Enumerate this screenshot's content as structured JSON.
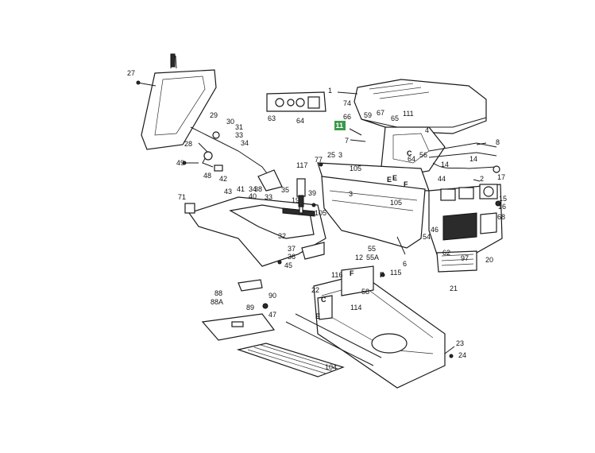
{
  "highlight": {
    "label": "11",
    "color": "#3a9a4a"
  },
  "callouts": {
    "c1": "1",
    "c2": "2",
    "c3": "3",
    "c3b": "3",
    "c4": "4",
    "c6": "6",
    "c7": "7",
    "c8": "8",
    "c12": "12",
    "c14": "14",
    "c15": "15",
    "c16": "16",
    "c17": "17",
    "c19": "19",
    "c20": "20",
    "c21": "21",
    "c22": "22",
    "c23": "23",
    "c24": "24",
    "c25": "25",
    "c27": "27",
    "c28": "28",
    "c29": "29",
    "c30": "30",
    "c31": "31",
    "c32": "32",
    "c33": "33",
    "c33b": "33",
    "c34": "34",
    "c34b": "34",
    "c35": "35",
    "c36": "36",
    "c37": "37",
    "c38": "38",
    "c39": "39",
    "c40": "40",
    "c41": "41",
    "c42": "42",
    "c43": "43",
    "c44": "44",
    "c45": "45",
    "c46": "46",
    "c47": "47",
    "c48": "48",
    "c49": "49",
    "c54": "54",
    "c55": "55",
    "c55a": "55A",
    "c56": "56",
    "c58": "58",
    "c59": "59",
    "c62": "62",
    "c63": "63",
    "c64": "64",
    "c64b": "64",
    "c65": "65",
    "c66": "66",
    "c67": "67",
    "c68": "68",
    "c71": "71",
    "c74": "74",
    "c77": "77",
    "c88": "88",
    "c88a": "88A",
    "c89": "89",
    "c90": "90",
    "c97": "97",
    "c104": "104",
    "c105": "105",
    "c105b": "105",
    "c105c": "105",
    "c111": "111",
    "c114": "114",
    "c115": "115",
    "c116": "116",
    "c117": "117"
  },
  "letters": {
    "E1": "E",
    "F1": "F",
    "C1": "C",
    "F2": "F",
    "E2": "E",
    "F3": "F",
    "C2": "C",
    "E3": "E"
  }
}
